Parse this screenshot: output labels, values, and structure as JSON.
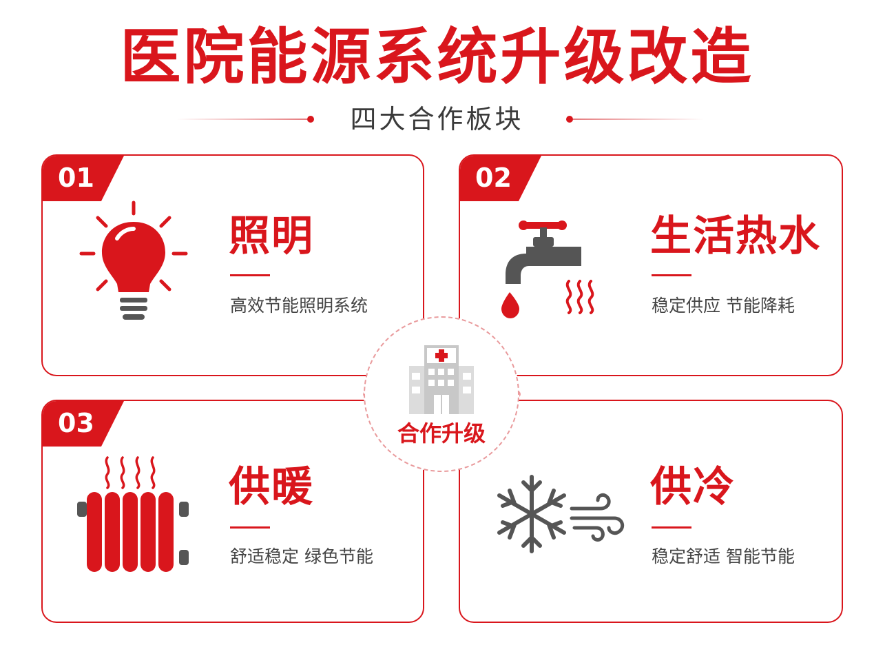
{
  "header": {
    "title": "医院能源系统升级改造",
    "subtitle": "四大合作板块"
  },
  "center": {
    "icon": "hospital-icon",
    "label": "合作升级"
  },
  "cards": [
    {
      "number": "01",
      "title": "照明",
      "desc": "高效节能照明系统",
      "icon": "light-bulb-icon"
    },
    {
      "number": "02",
      "title": "生活热水",
      "desc": "稳定供应  节能降耗",
      "icon": "faucet-icon"
    },
    {
      "number": "03",
      "title": "供暖",
      "desc": "舒适稳定  绿色节能",
      "icon": "radiator-icon"
    },
    {
      "number": "",
      "title": "供冷",
      "desc": "稳定舒适  智能节能",
      "icon": "snowflake-icon"
    }
  ],
  "colors": {
    "accent": "#d9161c",
    "icon_gray": "#5a5a5a",
    "text": "#444444"
  }
}
